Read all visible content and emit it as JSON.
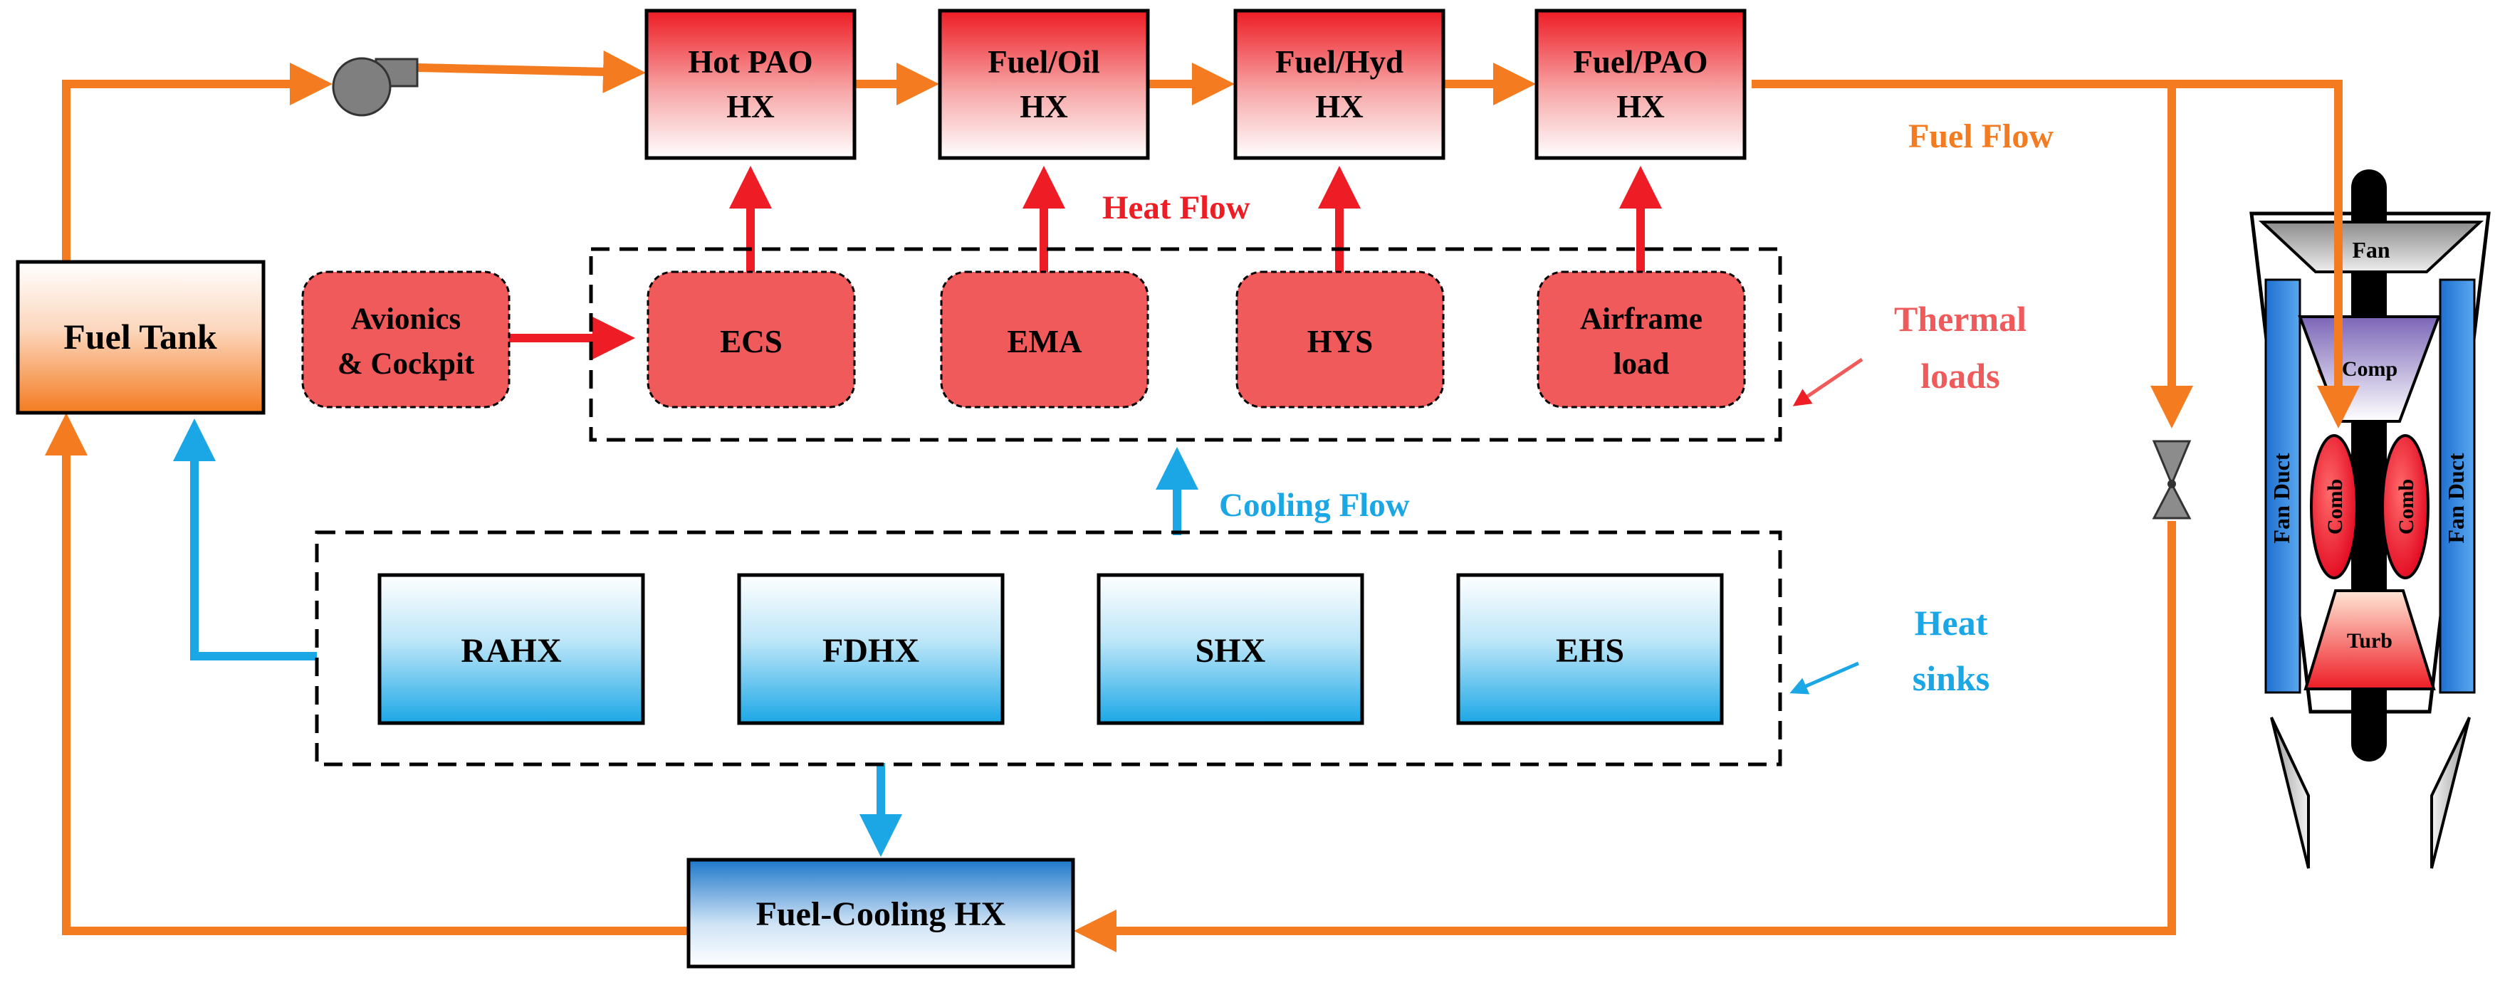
{
  "colors": {
    "fuel_flow": "#F47B20",
    "heat_flow": "#EE1C24",
    "cooling_flow": "#1BA7E6",
    "thermal_load_fill": "#F15A5A",
    "thermal_label": "#F05A5A"
  },
  "fuel_tank": {
    "label": "Fuel Tank"
  },
  "pump": {
    "icon": "pump-icon"
  },
  "valve": {
    "icon": "valve-icon"
  },
  "fuel_hx": [
    {
      "line1": "Hot PAO",
      "line2": "HX"
    },
    {
      "line1": "Fuel/Oil",
      "line2": "HX"
    },
    {
      "line1": "Fuel/Hyd",
      "line2": "HX"
    },
    {
      "line1": "Fuel/PAO",
      "line2": "HX"
    }
  ],
  "thermal_loads": {
    "avionics": {
      "line1": "Avionics",
      "line2": "& Cockpit"
    },
    "items": [
      {
        "line1": "ECS",
        "line2": ""
      },
      {
        "line1": "EMA",
        "line2": ""
      },
      {
        "line1": "HYS",
        "line2": ""
      },
      {
        "line1": "Airframe",
        "line2": "load"
      }
    ],
    "group_label": {
      "line1": "Thermal",
      "line2": "loads"
    }
  },
  "heat_sinks": {
    "items": [
      "RAHX",
      "FDHX",
      "SHX",
      "EHS"
    ],
    "group_label": {
      "line1": "Heat",
      "line2": "sinks"
    }
  },
  "fuel_cooling_hx": {
    "label": "Fuel-Cooling HX"
  },
  "flow_labels": {
    "fuel": "Fuel Flow",
    "heat": "Heat Flow",
    "cooling": "Cooling Flow"
  },
  "engine": {
    "fan": "Fan",
    "comp": "Comp",
    "comb": "Comb",
    "turb": "Turb",
    "fan_duct": "Fan Duct"
  }
}
